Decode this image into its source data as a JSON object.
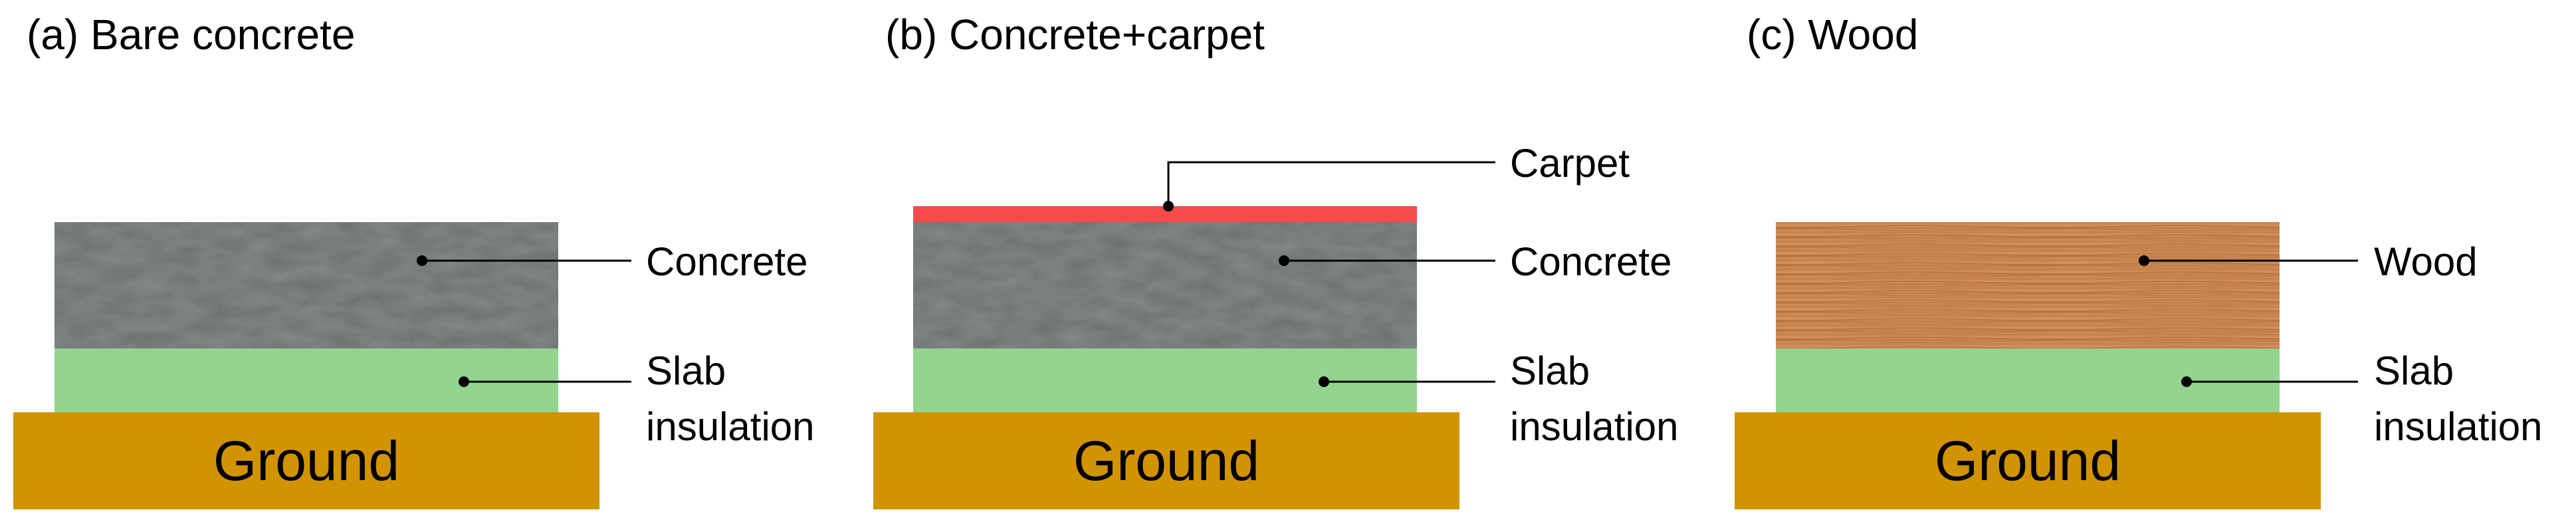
{
  "panels": [
    {
      "title": "(a) Bare concrete",
      "layers": {
        "concrete": "Concrete",
        "slab_line1": "Slab",
        "slab_line2": "insulation",
        "ground": "Ground"
      }
    },
    {
      "title": "(b) Concrete+carpet",
      "layers": {
        "carpet": "Carpet",
        "concrete": "Concrete",
        "slab_line1": "Slab",
        "slab_line2": "insulation",
        "ground": "Ground"
      }
    },
    {
      "title": "(c) Wood",
      "layers": {
        "wood": "Wood",
        "slab_line1": "Slab",
        "slab_line2": "insulation",
        "ground": "Ground"
      }
    }
  ],
  "colors": {
    "concrete": "#5d6461",
    "carpet": "#f54b4b",
    "wood": "#c9834f",
    "slab_insulation": "#93d48f",
    "ground": "#d19300",
    "leader_line": "#000000"
  }
}
